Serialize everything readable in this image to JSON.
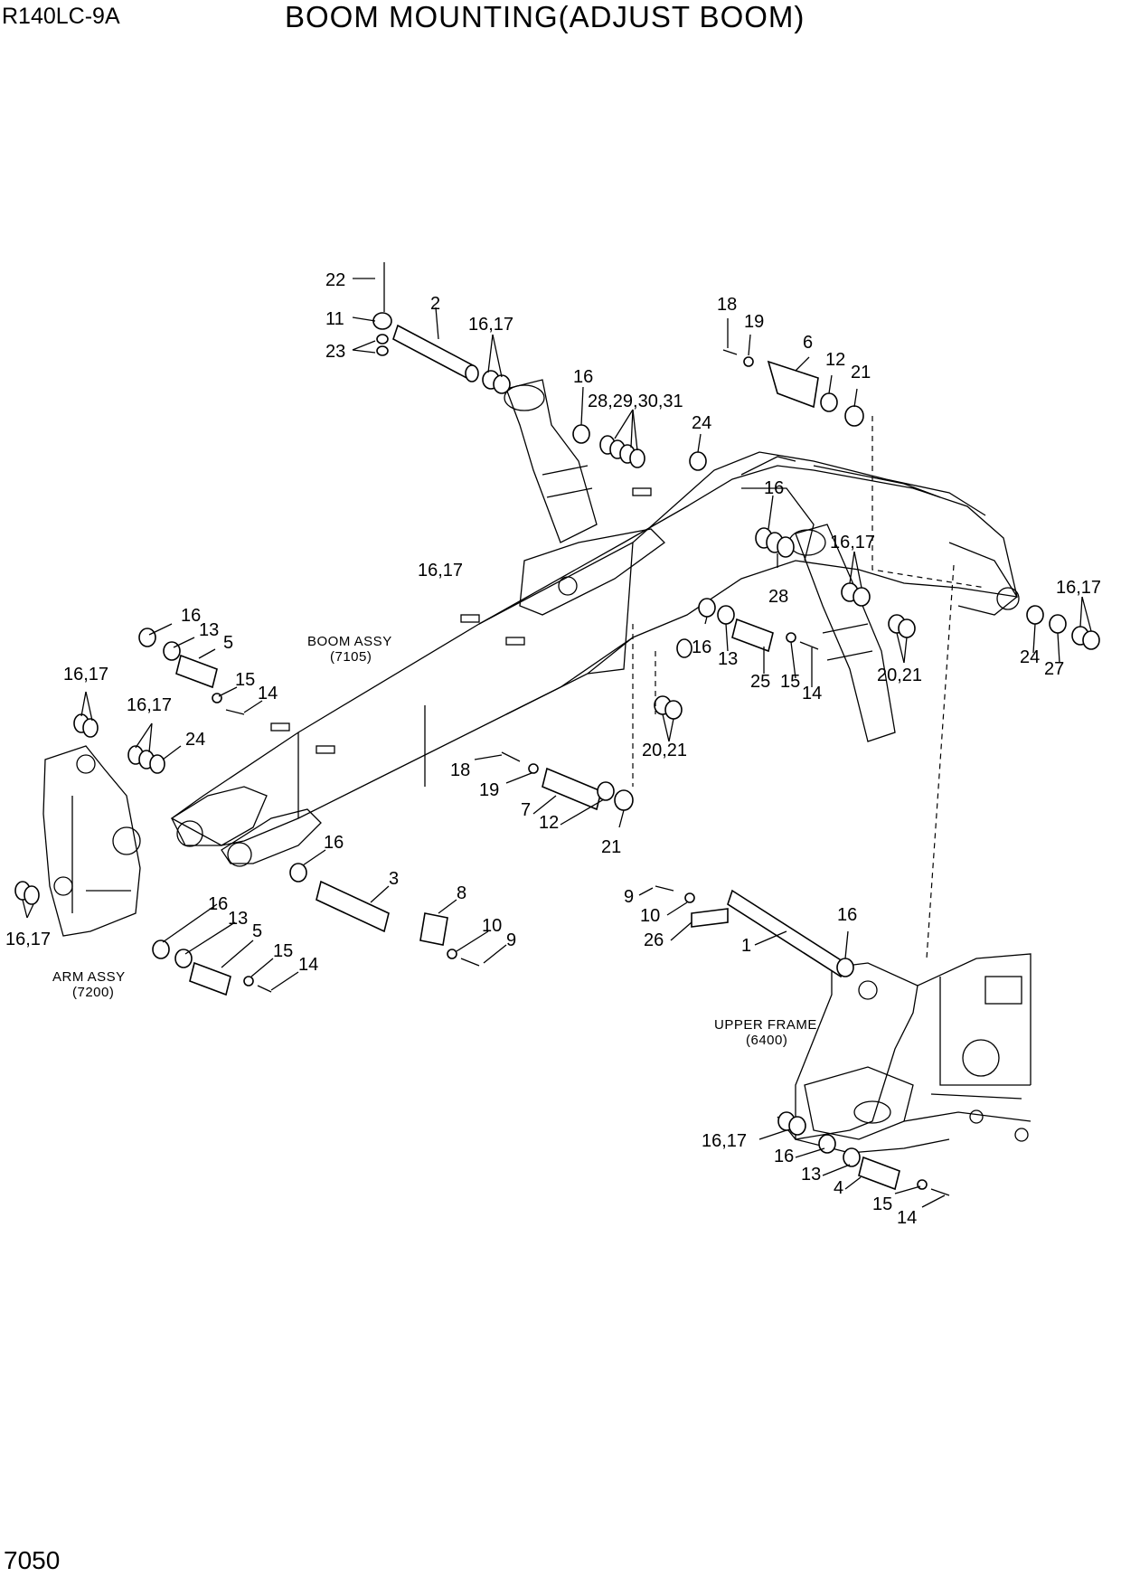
{
  "header": {
    "model": "R140LC-9A",
    "title": "BOOM MOUNTING(ADJUST BOOM)"
  },
  "footer": {
    "page_number": "7050"
  },
  "assemblies": {
    "boom": {
      "name": "BOOM ASSY",
      "ref": "(7105)"
    },
    "arm": {
      "name": "ARM ASSY",
      "ref": "(7200)"
    },
    "upper_frame": {
      "name": "UPPER FRAME",
      "ref": "(6400)"
    }
  },
  "callouts": {
    "c22": "22",
    "c11": "11",
    "c23": "23",
    "c2": "2",
    "c16_17_a": "16,17",
    "c16_a": "16",
    "c28_31": "28,29,30,31",
    "c18_a": "18",
    "c19_a": "19",
    "c6": "6",
    "c12_a": "12",
    "c21_a": "21",
    "c24_a": "24",
    "c16_b": "16",
    "c16_17_b": "16,17",
    "c28": "28",
    "c16_17_c": "16,17",
    "c16_17_d": "16,17",
    "c24_b": "24",
    "c27": "27",
    "c20_21_a": "20,21",
    "c16_c": "16",
    "c13_a": "13",
    "c25": "25",
    "c15_a": "15",
    "c14_a": "14",
    "c20_21_b": "20,21",
    "c16_d": "16",
    "c13_b": "13",
    "c5_a": "5",
    "c16_17_e": "16,17",
    "c15_b": "15",
    "c14_b": "14",
    "c16_17_f": "16,17",
    "c24_c": "24",
    "c18_b": "18",
    "c19_b": "19",
    "c7": "7",
    "c12_b": "12",
    "c21_b": "21",
    "c16_e": "16",
    "c3": "3",
    "c8": "8",
    "c10_a": "10",
    "c9_a": "9",
    "c16_17_g": "16,17",
    "c16_f": "16",
    "c13_c": "13",
    "c5_b": "5",
    "c15_c": "15",
    "c14_c": "14",
    "c9_b": "9",
    "c10_b": "10",
    "c26": "26",
    "c1": "1",
    "c16_g": "16",
    "c16_17_h": "16,17",
    "c16_h": "16",
    "c13_d": "13",
    "c4": "4",
    "c15_d": "15",
    "c14_d": "14"
  }
}
